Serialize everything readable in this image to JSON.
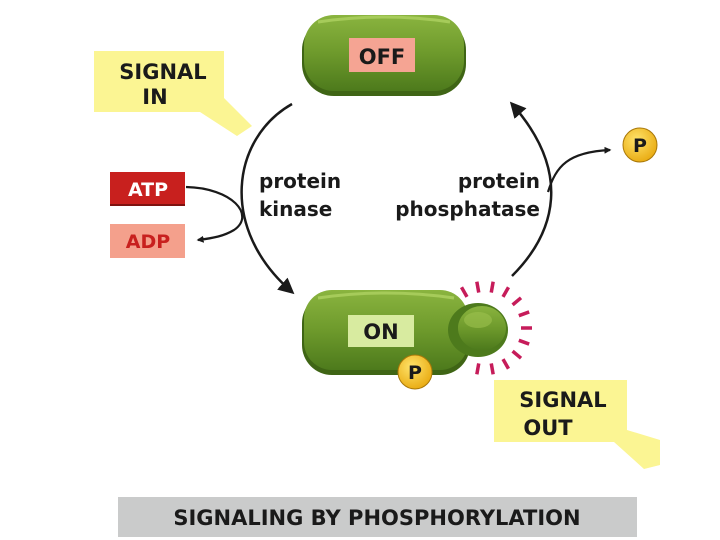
{
  "diagram": {
    "states": {
      "off_label": "OFF",
      "on_label": "ON"
    },
    "signal_in": {
      "line1": "SIGNAL",
      "line2": "IN"
    },
    "signal_out": {
      "line1": "SIGNAL",
      "line2": "OUT"
    },
    "atp_label": "ATP",
    "adp_label": "ADP",
    "kinase": {
      "line1": "protein",
      "line2": "kinase"
    },
    "phosphatase": {
      "line1": "protein",
      "line2": "phosphatase"
    },
    "phosphate_label": "P",
    "caption": "SIGNALING BY PHOSPHORYLATION",
    "colors": {
      "protein_fill": "#6e9a2c",
      "protein_dark": "#3f6515",
      "protein_light": "#9cc24f",
      "off_label_bg": "#f5a493",
      "on_label_bg": "#d8eba0",
      "atp_bg": "#c8201e",
      "adp_bg": "#f4a08c",
      "signal_bg": "#fbf593",
      "phosphate_fill": "#f4c21a",
      "glow": "#c61c5a",
      "caption_bg": "#cacbcb",
      "arrow": "#1a1a1a"
    }
  }
}
